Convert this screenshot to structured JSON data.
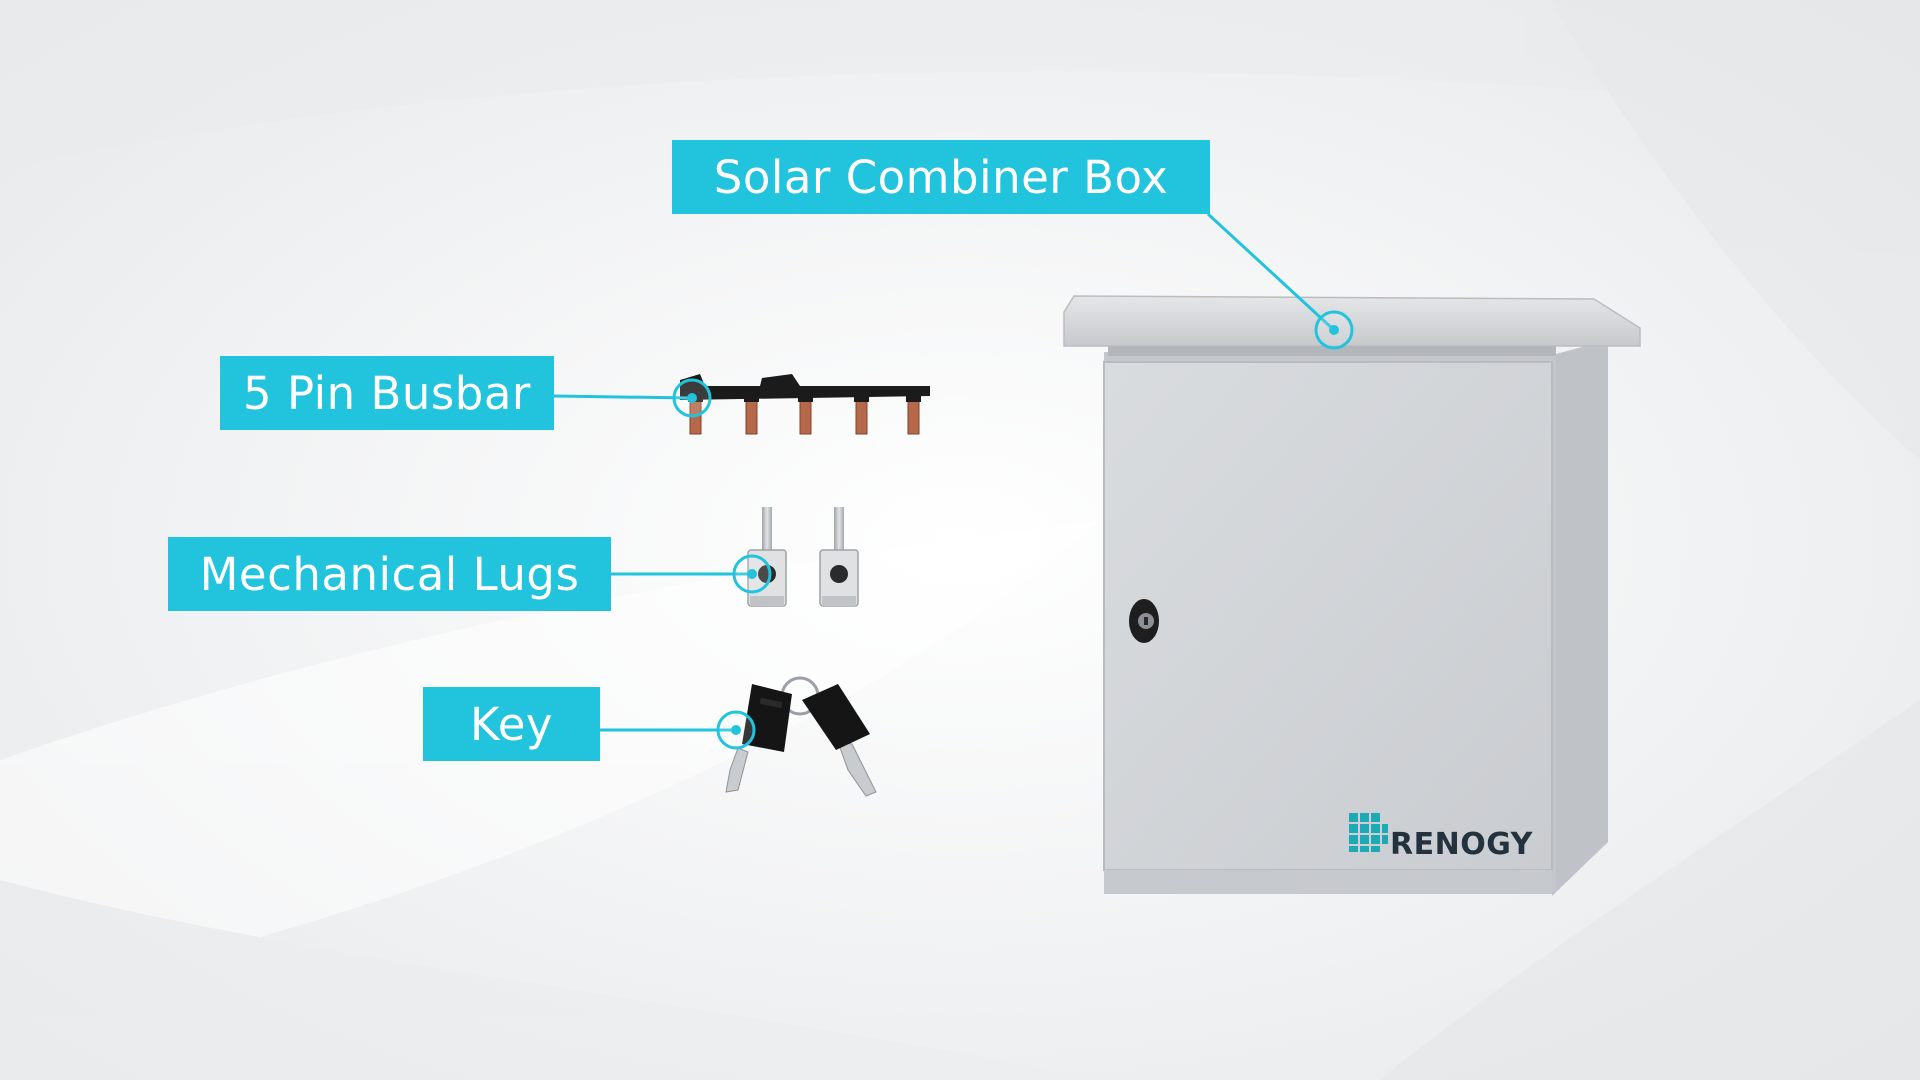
{
  "labels": {
    "combiner": "Solar Combiner Box",
    "busbar": "5 Pin Busbar",
    "lugs": "Mechanical Lugs",
    "key": "Key"
  },
  "brand": {
    "logo_text": "RENOGY"
  },
  "colors": {
    "accent": "#22c3dc",
    "label_text": "#ffffff",
    "background": "#f1f2f3",
    "enclosure": "#d3d6d9",
    "copper": "#b5694a",
    "busbar_black": "#1b1b1b",
    "logo_dark": "#24323d",
    "logo_teal": "#1fa9b5"
  }
}
